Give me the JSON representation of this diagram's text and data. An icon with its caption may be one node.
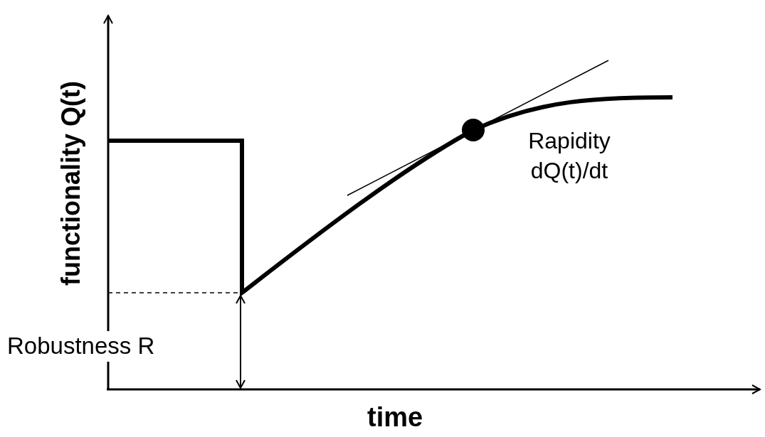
{
  "diagram": {
    "labels": [
      "functionality Q(t)",
      "Rapidity dQ(t)/dt",
      "Robustness R",
      "time"
    ]
  }
}
